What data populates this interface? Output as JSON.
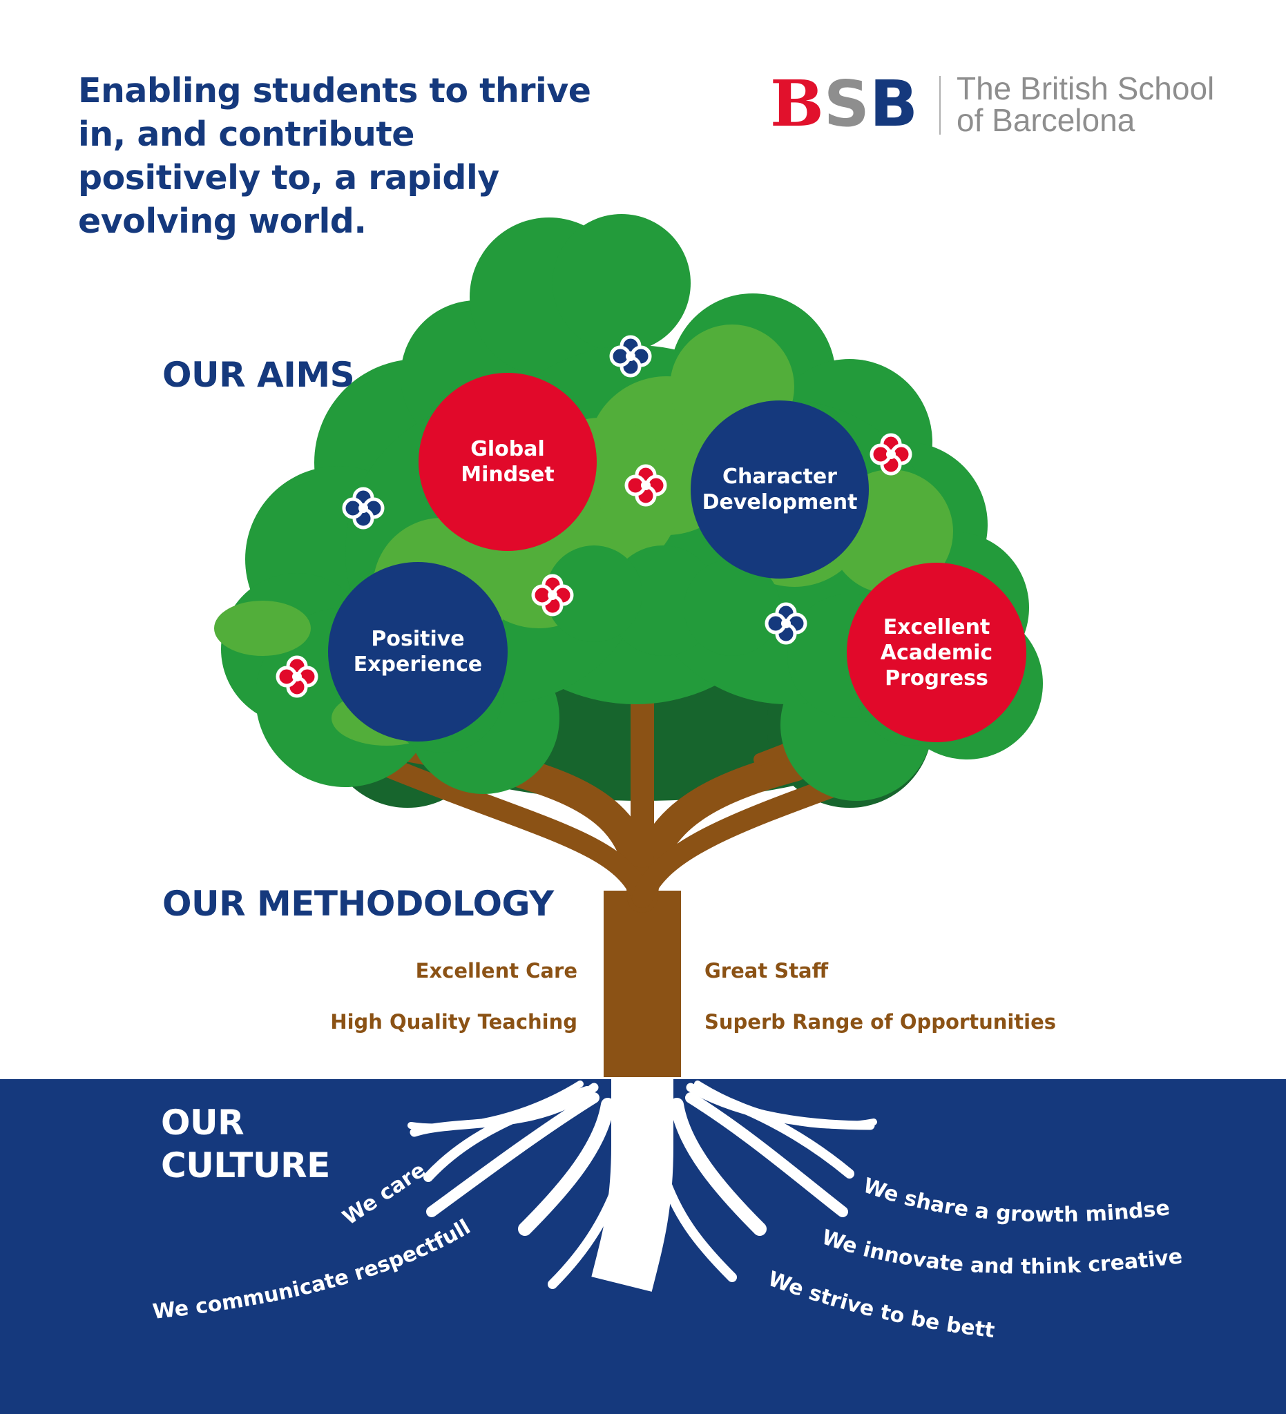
{
  "headline": "Enabling students to thrive in, and contribute positively to, a rapidly evolving world.",
  "logo": {
    "letters": [
      "B",
      "S",
      "B"
    ],
    "name_line1": "The British School",
    "name_line2": "of Barcelona"
  },
  "aims": {
    "title": "OUR AIMS",
    "items": [
      {
        "line1": "Global",
        "line2": "Mindset"
      },
      {
        "line1": "Character",
        "line2": "Development"
      },
      {
        "line1": "Positive",
        "line2": "Experience"
      },
      {
        "line1": "Excellent",
        "line2": "Academic",
        "line3": "Progress"
      }
    ]
  },
  "methodology": {
    "title": "OUR METHODOLOGY",
    "items": [
      "Excellent Care",
      "High Quality Teaching",
      "Great Staff",
      "Superb Range of Opportunities"
    ]
  },
  "culture": {
    "title_line1": "OUR",
    "title_line2": "CULTURE",
    "items": [
      "We care",
      "We communicate respectfully",
      "We share a growth mindset",
      "We innovate and think creatively",
      "We strive to be better"
    ]
  },
  "colors": {
    "navy": "#15397d",
    "red": "#e1092a",
    "grey": "#8e8e8e",
    "brown": "#8b5215",
    "leaf_dark": "#17652d",
    "leaf_mid": "#239b3b",
    "leaf_light": "#52ae3a"
  },
  "icons": [
    "flower-icon"
  ]
}
